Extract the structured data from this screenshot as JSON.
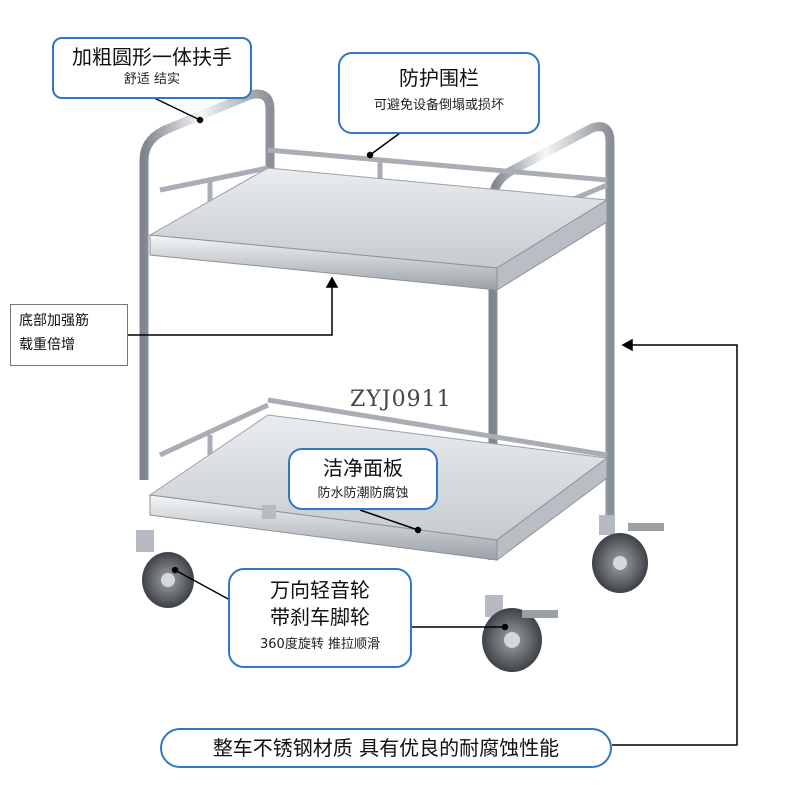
{
  "callouts": {
    "handle": {
      "title": "加粗圆形一体扶手",
      "sub": "舒适 结实"
    },
    "guardrail": {
      "title": "防护围栏",
      "sub": "可避免设备倒塌或损坏"
    },
    "rib": {
      "line1": "底部加强筋",
      "line2": "载重倍增"
    },
    "panel": {
      "title": "洁净面板",
      "sub": "防水防潮防腐蚀"
    },
    "caster": {
      "line1": "万向轻音轮",
      "line2": "带刹车脚轮",
      "sub": "360度旋转 推拉顺滑"
    },
    "material": {
      "text": "整车不锈钢材质 具有优良的耐腐蚀性能"
    }
  },
  "watermark": "ZYJ0911",
  "colors": {
    "callout_border": "#2f78c4",
    "steel": "#c9cdd2",
    "wheel": "#5b5e63"
  }
}
